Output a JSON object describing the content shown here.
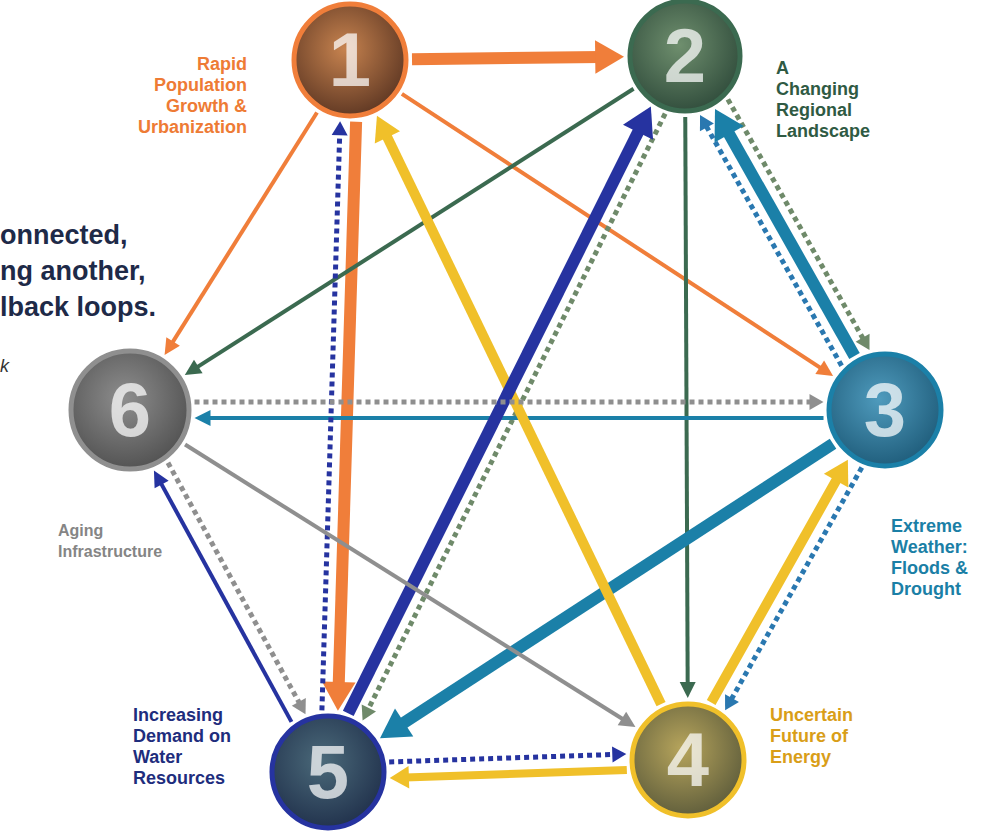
{
  "diagram": {
    "nodes": [
      {
        "text": [
          "1",
          "Rapid Population Growth & Urbanization"
        ]
      },
      {
        "text": [
          "2",
          "A Changing Regional Landscape"
        ]
      },
      {
        "text": [
          "3",
          "Extreme Weather: Floods & Drought"
        ]
      },
      {
        "text": [
          "4",
          "Uncertain Future of Energy"
        ]
      },
      {
        "text": [
          "5",
          "Increasing Demand on Water Resources"
        ]
      },
      {
        "text": [
          "6",
          "Aging Infrastructure"
        ]
      }
    ],
    "edges": [
      {
        "from": 0,
        "to": 1,
        "arrow": "to"
      },
      {
        "from": 0,
        "to": 4,
        "arrow": "to"
      },
      {
        "from": 0,
        "to": 2,
        "arrow": "to"
      },
      {
        "from": 0,
        "to": 5,
        "arrow": "to"
      },
      {
        "from": 1,
        "to": 5,
        "arrow": "to"
      },
      {
        "from": 1,
        "to": 3,
        "arrow": "to"
      },
      {
        "from": 1,
        "to": 2,
        "arrow": "to"
      },
      {
        "from": 1,
        "to": 4,
        "arrow": "to"
      },
      {
        "from": 2,
        "to": 1,
        "arrow": "to"
      },
      {
        "from": 2,
        "to": 1,
        "arrow": "to"
      },
      {
        "from": 2,
        "to": 5,
        "arrow": "to"
      },
      {
        "from": 2,
        "to": 4,
        "arrow": "to"
      },
      {
        "from": 2,
        "to": 3,
        "arrow": "to"
      },
      {
        "from": 3,
        "to": 2,
        "arrow": "to"
      },
      {
        "from": 3,
        "to": 0,
        "arrow": "to"
      },
      {
        "from": 3,
        "to": 4,
        "arrow": "to"
      },
      {
        "from": 4,
        "to": 1,
        "arrow": "to"
      },
      {
        "from": 4,
        "to": 0,
        "arrow": "to"
      },
      {
        "from": 4,
        "to": 5,
        "arrow": "to"
      },
      {
        "from": 4,
        "to": 3,
        "arrow": "to"
      },
      {
        "from": 5,
        "to": 2,
        "arrow": "to"
      },
      {
        "from": 5,
        "to": 3,
        "arrow": "to"
      },
      {
        "from": 5,
        "to": 4,
        "arrow": "to"
      }
    ],
    "labels": [
      "onnected,",
      "ng another,",
      "lback loops.",
      "k"
    ]
  }
}
